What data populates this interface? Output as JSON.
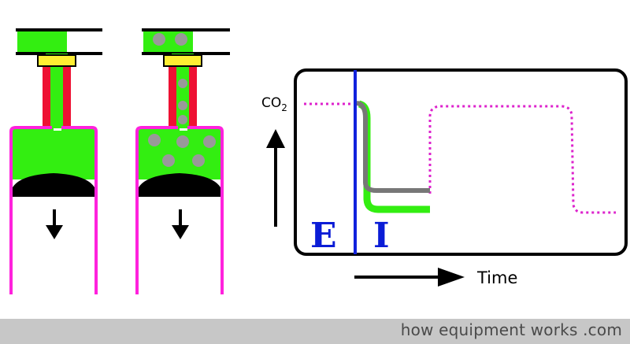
{
  "labels": {
    "co2": "CO",
    "co2_subscript": "2",
    "time": "Time",
    "phase_expiration": "E",
    "phase_inspiration": "I"
  },
  "footer": {
    "text": "how equipment works .com"
  },
  "colors": {
    "fresh_gas": "#33ee11",
    "cylinder_wall": "#ff22dd",
    "tube": "#ee1133",
    "valve": "#ffee33",
    "co2_particle": "#999999",
    "marker": "#1122dd",
    "trace_gray": "#777777",
    "trace_green": "#33ee11",
    "trace_dotted": "#dd22cc",
    "footer_bg": "#c7c7c7"
  },
  "icons": [
    "down-arrow-icon",
    "up-arrow-icon",
    "right-arrow-icon"
  ]
}
